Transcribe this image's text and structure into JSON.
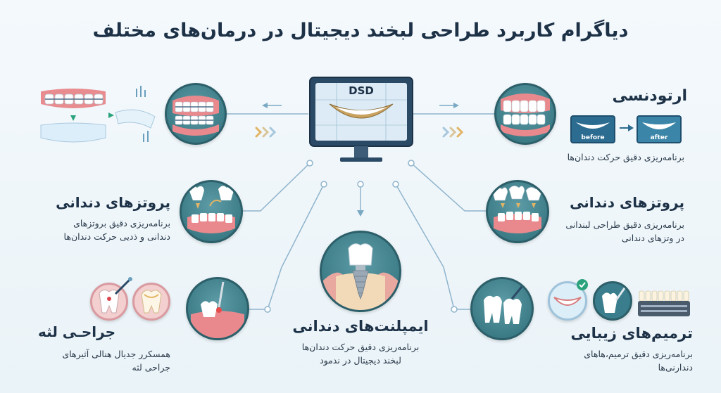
{
  "title": "دیاگرام کاربرد طراحی لبخند دیجیتال در درمان‌های مختلف",
  "monitor": {
    "screen_label": "DSD"
  },
  "orthodontics": {
    "heading": "ارتودنسی",
    "desc": [
      "برنامه‌ریزی دقیق حرکت دندان‌ها"
    ],
    "before_label": "before",
    "after_label": "after"
  },
  "prosthetics_right": {
    "heading": "پروتزهای دندانی",
    "desc": [
      "برنامه‌ریزی دقیق طراحی لبندانی",
      "در وتزهای دندانی"
    ]
  },
  "prosthetics_left": {
    "heading": "پروتزهای دندانی",
    "desc": [
      "برنامه‌ریزی دقیق بروتزهای",
      "دندانی و ذدیی حرکت دندان‌ها"
    ]
  },
  "implants": {
    "heading": "ایمپلنت‌های دندانی",
    "desc": [
      "برنامه‌ریزی دقیق حرکت دندان‌ها",
      "لبخند دیجیتال در ندمود"
    ]
  },
  "gum_surgery": {
    "heading": "جراحـی لثه",
    "desc": [
      "همسکرر جدیال هنالی آثیرهای",
      "جراحی لثه"
    ]
  },
  "cosmetic": {
    "heading": "ترمیم‌های زیبایی",
    "desc": [
      "برنامه‌ریزی دقیق ترمیم،ها‌های",
      "دندارنی‌ها"
    ]
  },
  "colors": {
    "accent": "#2f6f7a",
    "line": "#7aa9c4",
    "title": "#1d3147",
    "gum": "#d77d7e",
    "tooth": "#ffffff"
  }
}
